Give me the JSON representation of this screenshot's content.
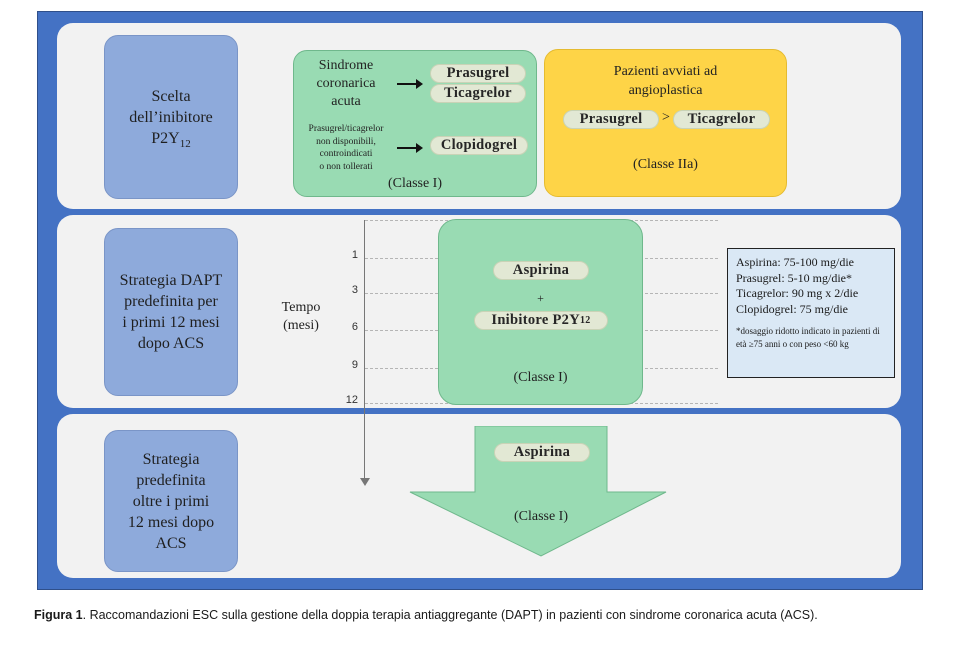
{
  "colors": {
    "frame": "#4472c4",
    "panel": "#f2f2f2",
    "label_box": "#8eaadb",
    "green": "#99dbb3",
    "yellow": "#fed447",
    "pill": "#e2e8d4",
    "dose_box": "#dae8f5"
  },
  "row1": {
    "label": {
      "line1": "Scelta",
      "line2": "dell’inibitore",
      "line3_main": "P2Y",
      "line3_sub": "12"
    },
    "green_box": {
      "acs_text": [
        "Sindrome",
        "coronarica",
        "acuta"
      ],
      "acs_drugs": [
        "Prasugrel",
        "Ticagrelor"
      ],
      "alt_text": [
        "Prasugrel/ticagrelor",
        "non disponibili,",
        "controindicati",
        "o non tollerati"
      ],
      "alt_drug": "Clopidogrel",
      "class": "(Classe I)"
    },
    "yellow_box": {
      "text": [
        "Pazienti avviati ad",
        "angioplastica"
      ],
      "drug_a": "Prasugrel",
      "comparator": ">",
      "drug_b": "Ticagrelor",
      "class": "(Classe IIa)"
    }
  },
  "row2": {
    "label": [
      "Strategia DAPT",
      "predefinita per",
      "i primi 12 mesi",
      "dopo ACS"
    ],
    "axis_label": [
      "Tempo",
      "(mesi)"
    ],
    "ticks": [
      "1",
      "3",
      "6",
      "9",
      "12"
    ],
    "dapt_box": {
      "drug1": "Aspirina",
      "plus": "+",
      "drug2_main": "Inibitore P2Y",
      "drug2_sub": "12",
      "class": "(Classe I)"
    },
    "dose_box": {
      "lines": [
        "Aspirina: 75-100 mg/die",
        "Prasugrel: 5-10 mg/die*",
        "Ticagrelor: 90 mg x 2/die",
        "Clopidogrel: 75 mg/die"
      ],
      "note": "*dosaggio ridotto indicato in pazienti di età ≥75 anni o con peso <60 kg"
    }
  },
  "row3": {
    "label": [
      "Strategia",
      "predefinita",
      "oltre i primi",
      "12 mesi dopo",
      "ACS"
    ],
    "arrow_box": {
      "drug": "Aspirina",
      "class": "(Classe I)"
    }
  },
  "caption": {
    "bold": "Figura 1",
    "text": ". Raccomandazioni ESC sulla gestione della doppia terapia antiaggregante (DAPT) in pazienti con sindrome coronarica acuta (ACS)."
  }
}
